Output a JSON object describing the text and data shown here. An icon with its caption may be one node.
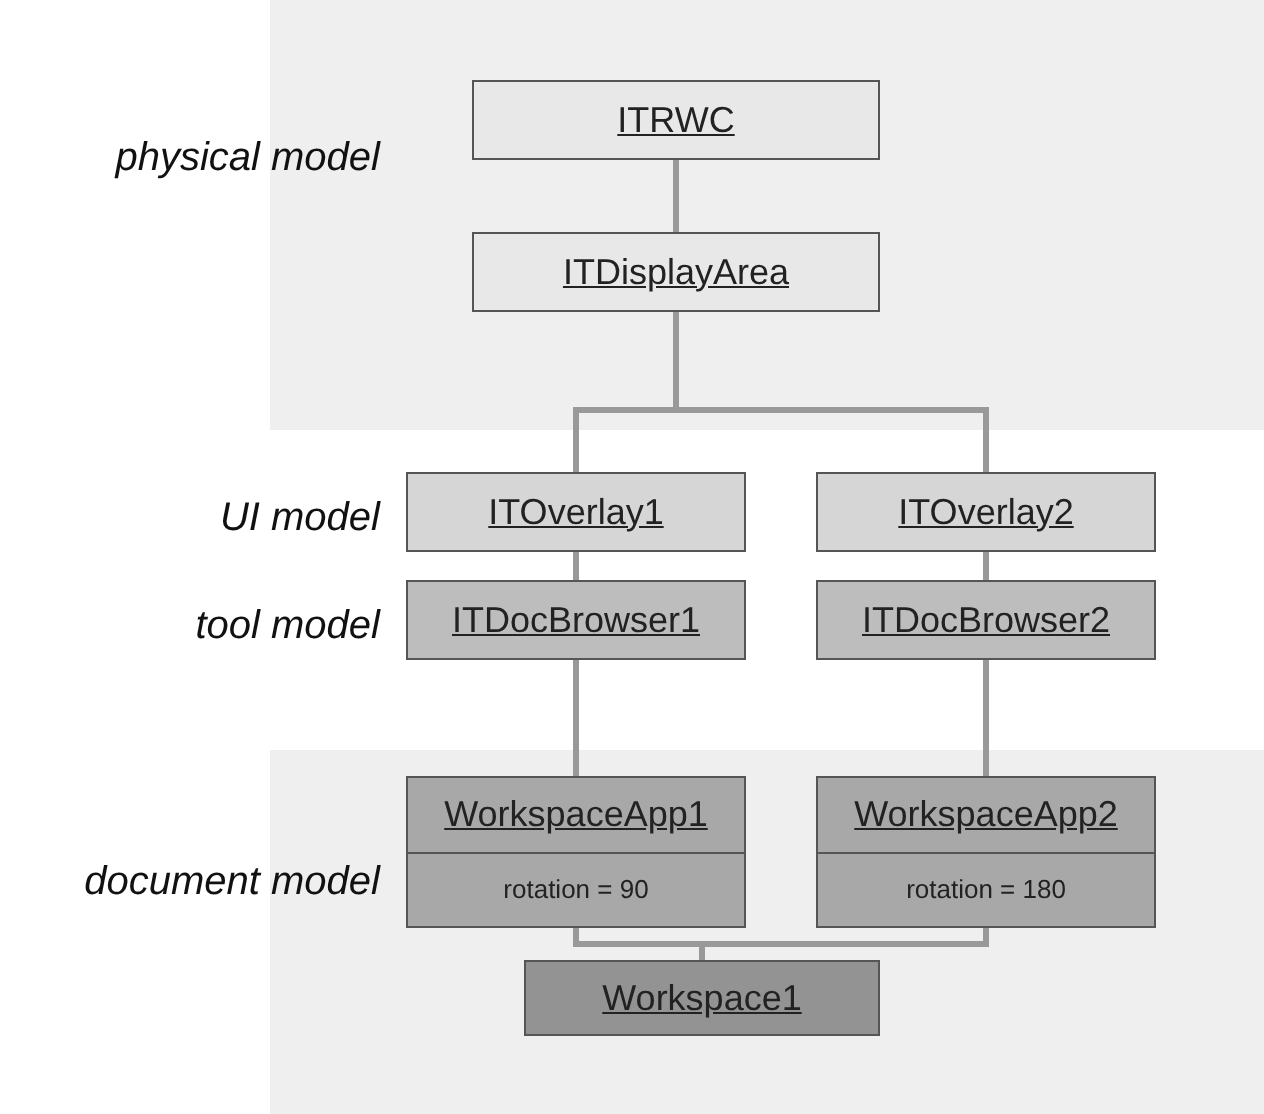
{
  "diagram": {
    "nodes": [
      {
        "text": [
          "ITRWC"
        ]
      },
      {
        "text": [
          "ITDisplayArea"
        ]
      },
      {
        "text": [
          "ITOverlay1"
        ]
      },
      {
        "text": [
          "ITOverlay2"
        ]
      },
      {
        "text": [
          "ITDocBrowser1"
        ]
      },
      {
        "text": [
          "ITDocBrowser2"
        ]
      },
      {
        "text": [
          "WorkspaceApp1",
          "rotation = 90"
        ]
      },
      {
        "text": [
          "WorkspaceApp2",
          "rotation = 180"
        ]
      },
      {
        "text": [
          "Workspace1"
        ]
      }
    ],
    "edges": [
      {
        "from": 0,
        "to": 1,
        "arrow": "none"
      },
      {
        "from": 1,
        "to": 2,
        "arrow": "none"
      },
      {
        "from": 1,
        "to": 3,
        "arrow": "none"
      },
      {
        "from": 2,
        "to": 4,
        "arrow": "none"
      },
      {
        "from": 3,
        "to": 5,
        "arrow": "none"
      },
      {
        "from": 4,
        "to": 6,
        "arrow": "none"
      },
      {
        "from": 5,
        "to": 7,
        "arrow": "none"
      },
      {
        "from": 6,
        "to": 8,
        "arrow": "none"
      },
      {
        "from": 7,
        "to": 8,
        "arrow": "none"
      }
    ],
    "labels": [
      "physical model",
      "UI model",
      "tool model",
      "document model"
    ]
  }
}
